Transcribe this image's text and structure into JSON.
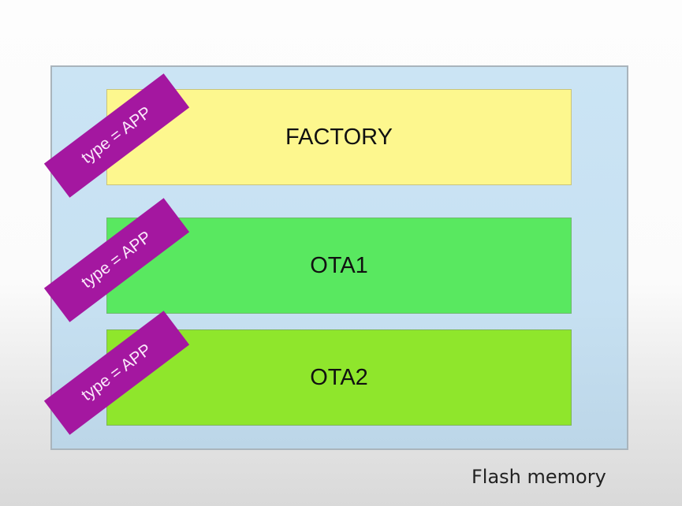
{
  "diagram": {
    "container_label": "Flash memory",
    "partitions": [
      {
        "name": "FACTORY",
        "type_label": "type = APP",
        "color": "#fdf78e"
      },
      {
        "name": "OTA1",
        "type_label": "type = APP",
        "color": "#59e860"
      },
      {
        "name": "OTA2",
        "type_label": "type = APP",
        "color": "#8fe62c"
      }
    ],
    "tag_color": "#a417a0",
    "container_color": "#cbe4f4"
  }
}
